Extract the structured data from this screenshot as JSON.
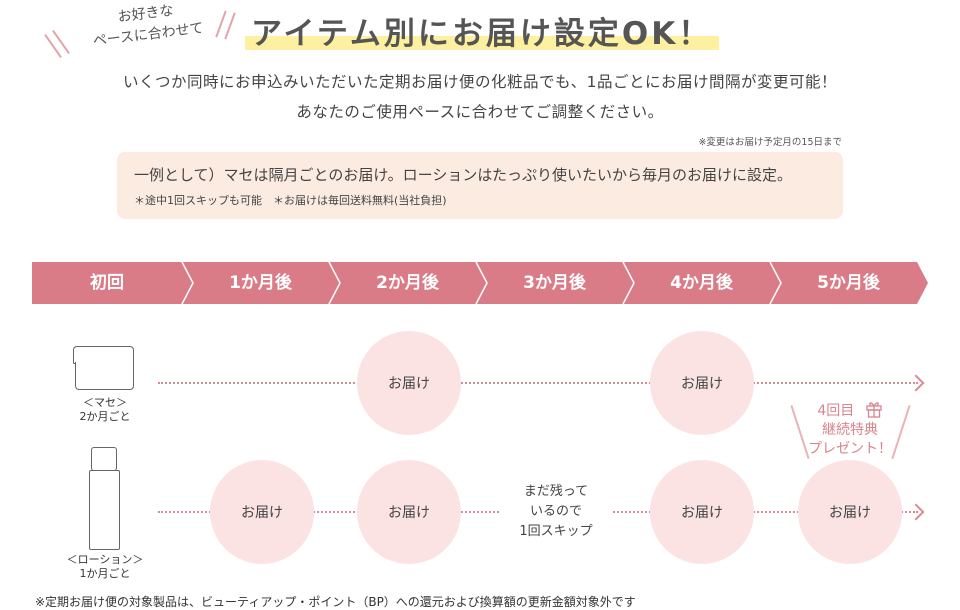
{
  "header": {
    "tag_line1": "お好きな",
    "tag_line2": "ペースに合わせて",
    "title": "アイテム別にお届け設定OK！",
    "lead_line1": "いくつか同時にお申込みいただいた定期お届け便の化粧品でも、1品ごとにお届け間隔が変更可能！",
    "lead_line2": "あなたのご使用ペースに合わせてご調整ください。",
    "note": "※変更はお届け予定月の15日まで"
  },
  "example": {
    "main": "一例として）マセは隔月ごとのお届け。ローションはたっぷり使いたいから毎月のお届けに設定。",
    "sub": "＊途中1回スキップも可能　＊お届けは毎回送料無料(当社負担)"
  },
  "timeline": {
    "steps": [
      "初回",
      "1か月後",
      "2か月後",
      "3か月後",
      "4か月後",
      "5か月後"
    ],
    "colors": {
      "bar": "#d97c88",
      "circle": "#fbe3e3",
      "dots": "#d98b95",
      "accent_text": "#d9848e"
    }
  },
  "products": {
    "mase": {
      "name": "＜マセ＞",
      "interval": "2か月ごと",
      "icon": "cream-jar-icon"
    },
    "lotion": {
      "name": "＜ローション＞",
      "interval": "1か月ごと",
      "icon": "lotion-bottle-icon"
    }
  },
  "deliveries": {
    "label": "お届け",
    "skip_line1": "まだ残って",
    "skip_line2": "いるので",
    "skip_line3": "1回スキップ"
  },
  "gift": {
    "line1": "4回目",
    "line2": "継続特典",
    "line3": "プレゼント！",
    "icon": "gift-icon"
  },
  "footnote": "※定期お届け便の対象製品は、ビューティアップ・ポイント（BP）への還元および換算額の更新金額対象外です"
}
